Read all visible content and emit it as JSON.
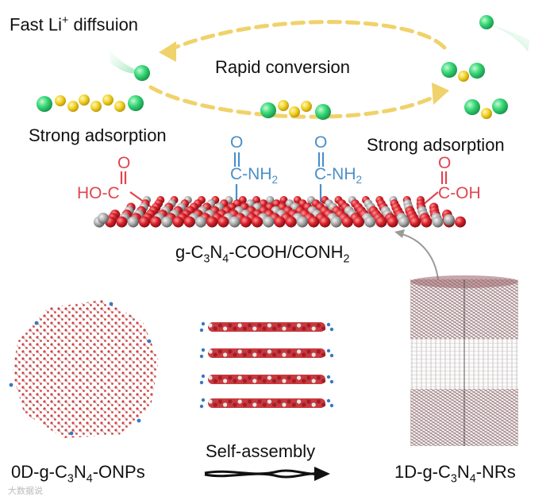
{
  "labels": {
    "fast_li_diffusion": "Fast Li",
    "fast_li_sup": "+",
    "fast_li_rest": " diffsuion",
    "rapid_conversion": "Rapid conversion",
    "strong_adsorption_left": "Strong adsorption",
    "strong_adsorption_right": "Strong adsorption",
    "cooh_left": "HO-C",
    "cooh_right": "C-OH",
    "oxygen": "O",
    "c_nh": "C-NH",
    "nh_sub": "2",
    "material": {
      "a": "g-C",
      "b": "3",
      "c": "N",
      "d": "4",
      "e": "-COOH/CONH",
      "f": "2"
    },
    "zero_d": {
      "a": "0D-g-C",
      "b": "3",
      "c": "N",
      "d": "4",
      "e": "-ONPs"
    },
    "one_d": {
      "a": "1D-g-C",
      "b": "3",
      "c": "N",
      "d": "4",
      "e": "-NRs"
    },
    "self_assembly": "Self-assembly",
    "watermark": "大数据说"
  },
  "colors": {
    "li_green": "#2ecc71",
    "sulfur_yellow": "#f2d22e",
    "oxygen_red": "#d9303a",
    "carbon_gray": "#9a9a9a",
    "amide_blue": "#4a8fc8",
    "arrow_gold": "#f0d26a"
  }
}
